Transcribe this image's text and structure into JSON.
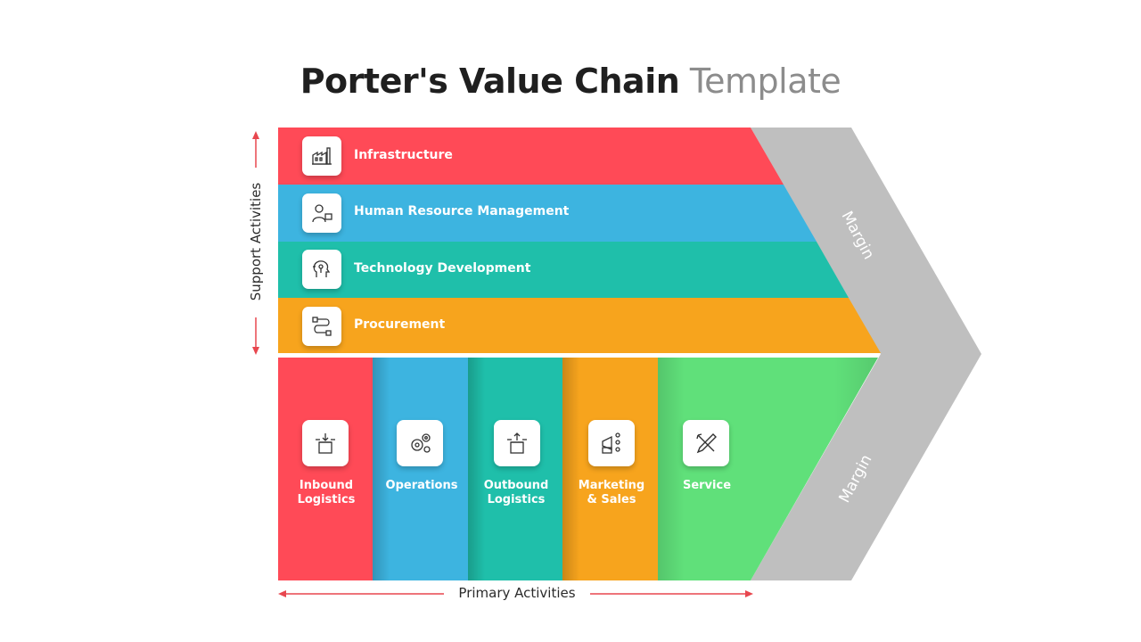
{
  "title": {
    "bold": "Porter's Value Chain",
    "light": "Template"
  },
  "support_activities": {
    "axis_label": "Support Activities",
    "items": [
      {
        "label": "Infrastructure",
        "icon": "factory-icon",
        "color": "#ff4a57"
      },
      {
        "label": "Human Resource Management",
        "icon": "employee-icon",
        "color": "#3db4e0"
      },
      {
        "label": "Technology Development",
        "icon": "circuit-head-icon",
        "color": "#1fbfaa"
      },
      {
        "label": "Procurement",
        "icon": "flow-process-icon",
        "color": "#f7a41d"
      }
    ]
  },
  "primary_activities": {
    "axis_label": "Primary Activities",
    "items": [
      {
        "line1": "Inbound",
        "line2": "Logistics",
        "icon": "inbound-box-icon",
        "color": "#ff4a57"
      },
      {
        "line1": "Operations",
        "line2": "",
        "icon": "gears-icon",
        "color": "#3db4e0"
      },
      {
        "line1": "Outbound",
        "line2": "Logistics",
        "icon": "outbound-box-icon",
        "color": "#1fbfaa"
      },
      {
        "line1": "Marketing",
        "line2": "& Sales",
        "icon": "megaphone-icon",
        "color": "#f7a41d"
      },
      {
        "line1": "Service",
        "line2": "",
        "icon": "tools-icon",
        "color": "#60e07a"
      }
    ]
  },
  "margin": {
    "upper_label": "Margin",
    "lower_label": "Margin",
    "color": "#bfbfbf"
  },
  "arrow_color": "#e8474f"
}
